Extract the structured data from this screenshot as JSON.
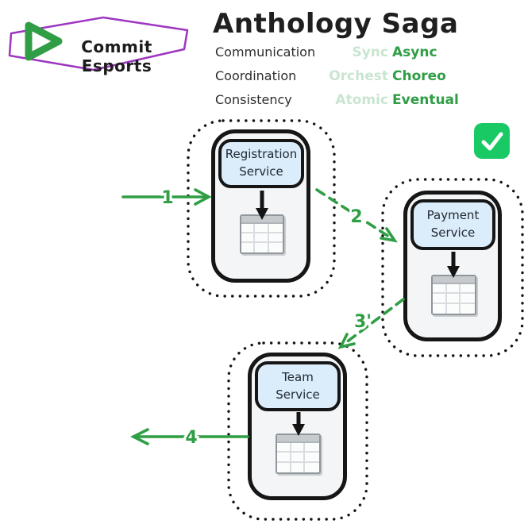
{
  "logo": {
    "text": "Commit Esports"
  },
  "title": "Anthology Saga",
  "attributes": [
    {
      "label": "Communication",
      "muted": "Sync",
      "selected": "Async"
    },
    {
      "label": "Coordination",
      "muted": "Orchest",
      "selected": "Choreo"
    },
    {
      "label": "Consistency",
      "muted": "Atomic",
      "selected": "Eventual"
    }
  ],
  "services": [
    {
      "label": "Registration\nService"
    },
    {
      "label": "Payment\nService"
    },
    {
      "label": "Team\nService"
    }
  ],
  "arrows": [
    {
      "label": "1",
      "style": "solid"
    },
    {
      "label": "2",
      "style": "dashed"
    },
    {
      "label": "3'",
      "style": "dashed"
    },
    {
      "label": "4",
      "style": "solid"
    }
  ],
  "colors": {
    "accent_green": "#2f9e44",
    "muted_green": "#c9e5cf",
    "check_green": "#19c964",
    "purple_border": "#9d36c1",
    "purple_hatch": "#e3aef2",
    "service_label_fill": "#dbecfa",
    "phone_fill": "#f3f5f6",
    "ink": "#141414"
  }
}
